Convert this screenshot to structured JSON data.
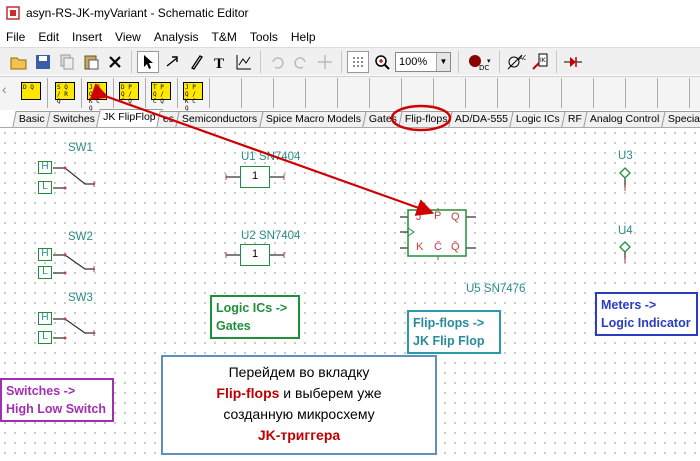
{
  "window": {
    "title": "asyn-RS-JK-myVariant - Schematic Editor"
  },
  "menu": [
    "File",
    "Edit",
    "Insert",
    "View",
    "Analysis",
    "T&M",
    "Tools",
    "Help"
  ],
  "toolbar": {
    "zoom_value": "100%",
    "icons": [
      "open-icon",
      "save-icon",
      "copy-icon",
      "paste-icon",
      "delete-icon",
      "select-arrow-icon",
      "rotate-icon",
      "pen-icon",
      "text-icon",
      "graph-icon",
      "undo-icon",
      "redo-icon",
      "move-icon",
      "grid-icon",
      "zoom-icon",
      "dc-icon",
      "ac-icon",
      "probe-icon",
      "diode-icon"
    ]
  },
  "tabs": [
    "Basic",
    "Switches",
    "JK FlipFlop",
    "es",
    "Semiconductors",
    "Spice Macro Models",
    "Gates",
    "Flip-flops",
    "AD/DA-555",
    "Logic ICs",
    "RF",
    "Analog Control",
    "Special"
  ],
  "active_tab": "JK FlipFlop",
  "circled_tab": "Flip-flops",
  "parts": [
    "D Q",
    "S Q / R Q",
    "J P Q / K C Q",
    "D P Q / C Q",
    "T P Q / C Q",
    "J P Q / K C Q"
  ],
  "schematic": {
    "sw1": "SW1",
    "sw2": "SW2",
    "sw3": "SW3",
    "u1": "U1 SN7404",
    "u2": "U2 SN7404",
    "u3": "U3",
    "u4": "U4",
    "u5": "U5 SN7476",
    "inverter_label": "1",
    "h": "H",
    "l": "L",
    "ff_pins": {
      "j": "J",
      "p": "P",
      "q": "Q",
      "k": "K",
      "c": "C̄",
      "qb": "Q̄"
    }
  },
  "notes": {
    "logic_ics": [
      "Logic ICs ->",
      "Gates"
    ],
    "flip_flops": [
      "Flip-flops ->",
      "JK Flip Flop"
    ],
    "meters": [
      "Meters ->",
      "Logic Indicator"
    ],
    "switches": [
      "Switches ->",
      "High Low Switch"
    ]
  },
  "callout": {
    "line1": "Перейдем во вкладку",
    "line2_red": "Flip-flops",
    "line2_rest": "  и выберем уже",
    "line3": "созданную микросхему",
    "line4_red": "JK-триггера"
  },
  "colors": {
    "arrow": "#d00000",
    "green": "#1f8f3a",
    "teal": "#2a8a8a",
    "callout_border": "#5d8fbf"
  }
}
